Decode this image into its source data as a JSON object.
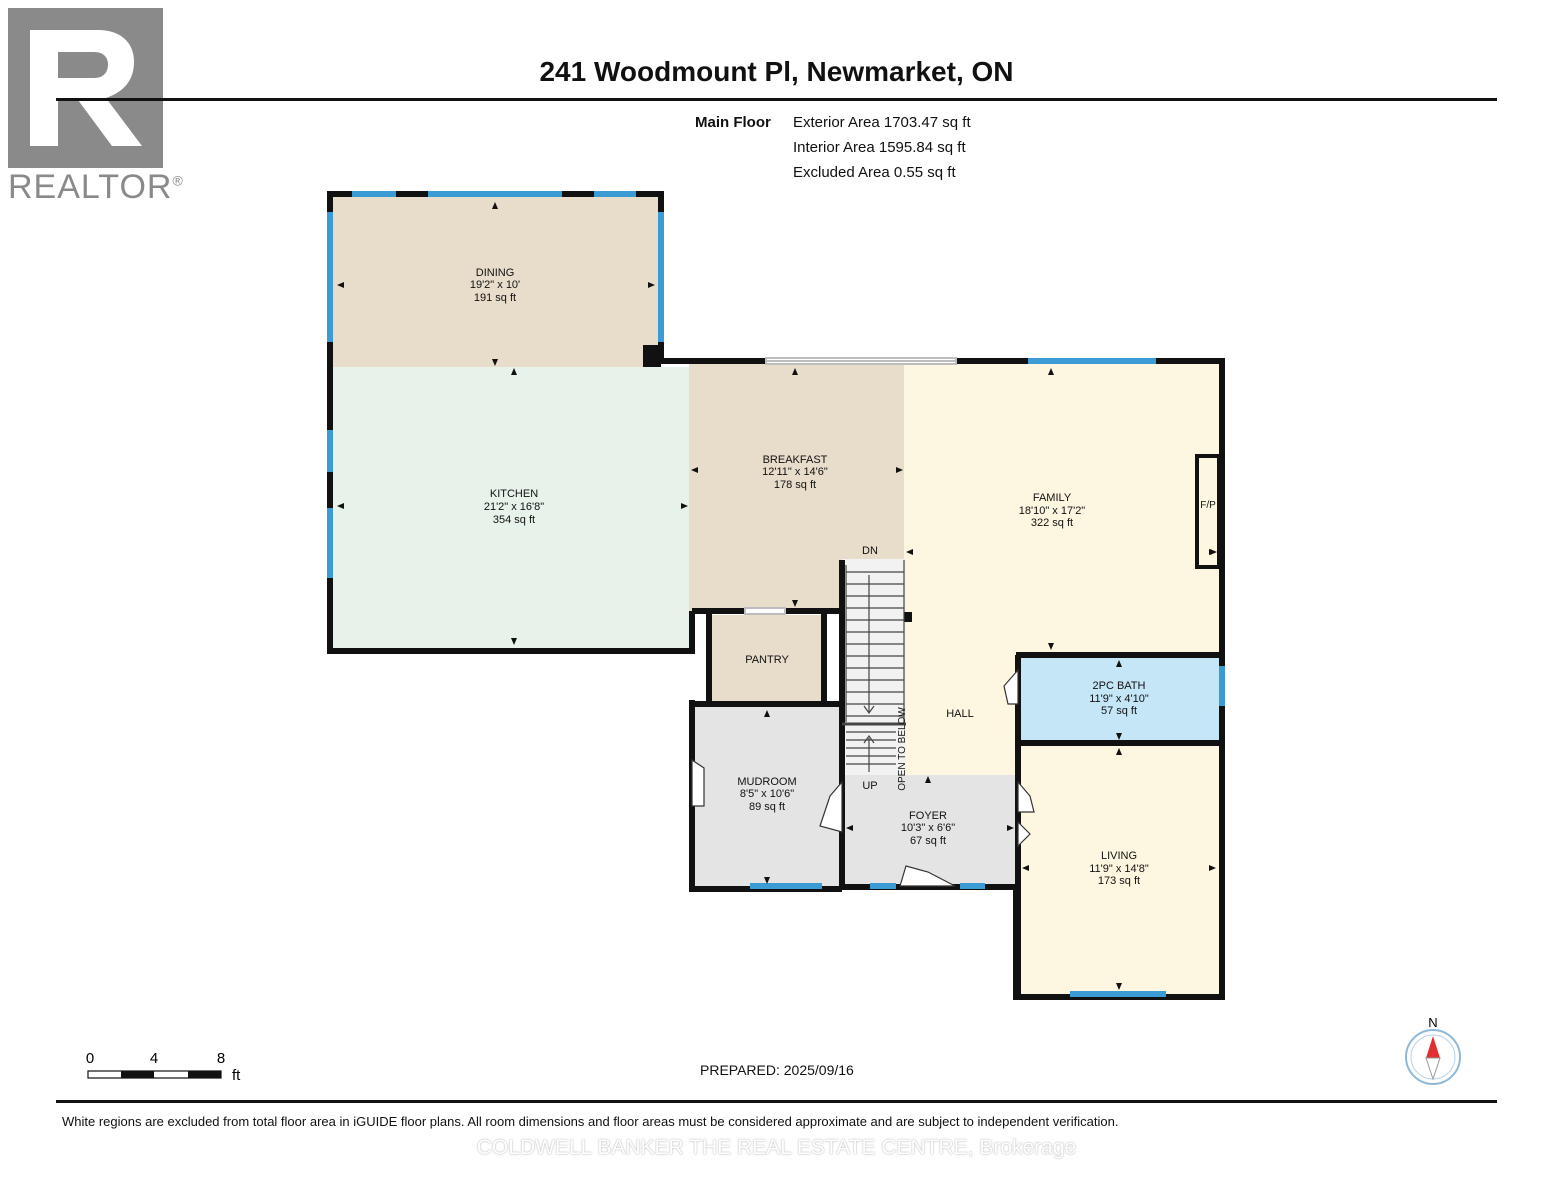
{
  "header": {
    "title": "241 Woodmount Pl, Newmarket, ON",
    "floor_label": "Main Floor",
    "exterior_area": "Exterior Area 1703.47 sq ft",
    "interior_area": "Interior Area 1595.84 sq ft",
    "excluded_area": "Excluded Area 0.55 sq ft"
  },
  "logo": {
    "wordmark": "REALTOR",
    "registered": "®"
  },
  "rooms": {
    "dining": {
      "name": "DINING",
      "dims": "19'2\" x 10'",
      "area": "191 sq ft"
    },
    "kitchen": {
      "name": "KITCHEN",
      "dims": "21'2\" x 16'8\"",
      "area": "354 sq ft"
    },
    "breakfast": {
      "name": "BREAKFAST",
      "dims": "12'11\" x 14'6\"",
      "area": "178 sq ft"
    },
    "family": {
      "name": "FAMILY",
      "dims": "18'10\" x 17'2\"",
      "area": "322 sq ft"
    },
    "pantry": {
      "name": "PANTRY"
    },
    "bath": {
      "name": "2PC BATH",
      "dims": "11'9\" x 4'10\"",
      "area": "57 sq ft"
    },
    "hall": {
      "name": "HALL"
    },
    "mudroom": {
      "name": "MUDROOM",
      "dims": "8'5\" x 10'6\"",
      "area": "89 sq ft"
    },
    "foyer": {
      "name": "FOYER",
      "dims": "10'3\" x 6'6\"",
      "area": "67 sq ft"
    },
    "living": {
      "name": "LIVING",
      "dims": "11'9\" x 14'8\"",
      "area": "173 sq ft"
    }
  },
  "labels": {
    "stairs_down": "DN",
    "stairs_up": "UP",
    "open_to_below": "OPEN TO BELOW",
    "fireplace": "F/P"
  },
  "scale": {
    "ticks": [
      "0",
      "4",
      "8"
    ],
    "unit": "ft"
  },
  "compass": {
    "label": "N"
  },
  "footer": {
    "prepared": "PREPARED: 2025/09/16",
    "disclaimer": "White regions are excluded from total floor area in iGUIDE floor plans. All room dimensions and floor areas must be considered approximate and are subject to independent verification.",
    "brokerage": "COLDWELL BANKER THE REAL ESTATE CENTRE, Brokerage"
  },
  "colors": {
    "wall": "#111111",
    "window": "#3a9bd5",
    "dining_fill": "#e8dccb",
    "kitchen_fill": "#e6f2ea",
    "breakfast_fill": "#e8dccb",
    "family_fill": "#fdf7e1",
    "bath_fill": "#c5e6f7",
    "gray_fill": "#e4e4e4",
    "logo_gray": "#8a8a8a"
  }
}
